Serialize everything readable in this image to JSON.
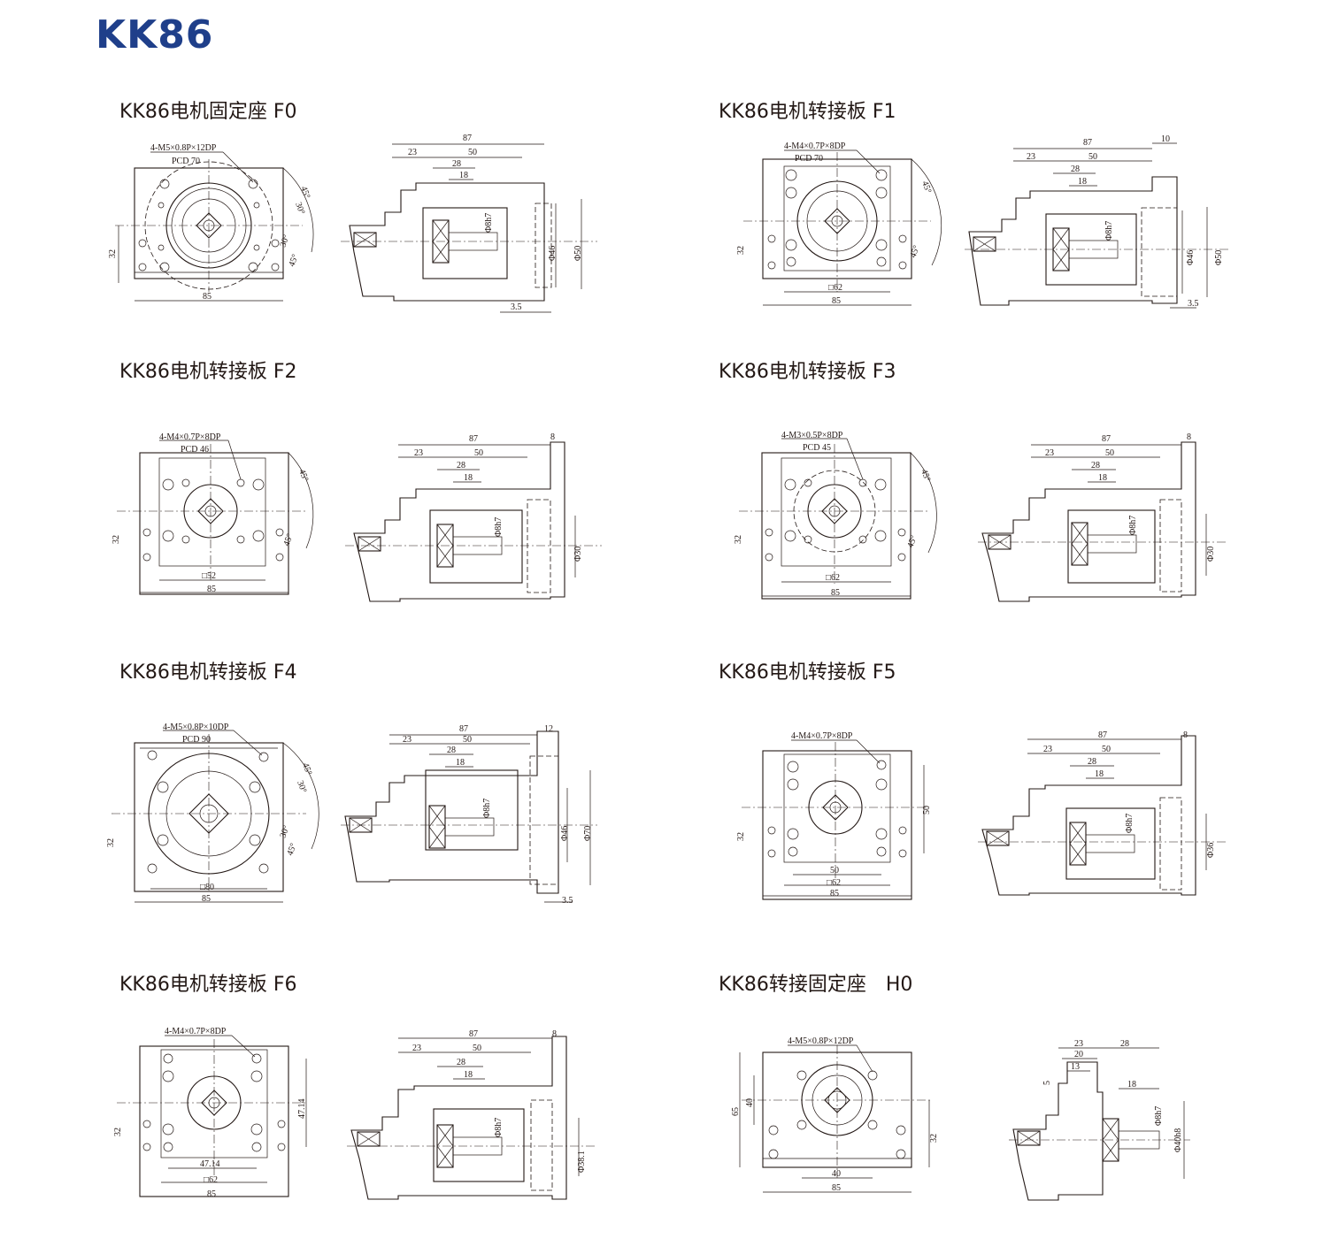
{
  "page": {
    "title": "KK86"
  },
  "colors": {
    "title": "#1f3f8a",
    "line": "#231815",
    "background": "#ffffff"
  },
  "panels": [
    {
      "title": "KK86电机固定座 F0",
      "front": {
        "callout": "4-M5×0.8P×12DP",
        "pcd": "PCD 70",
        "dim_width": "85",
        "dim_height": "32",
        "angle1": "45°",
        "angle2": "30°",
        "angle3": "30°",
        "angle4": "45°"
      },
      "side": {
        "total": "87",
        "d23": "23",
        "d50": "50",
        "d28": "28",
        "d18": "18",
        "shaft": "Φ8h7",
        "bore1": "Φ46",
        "bore2": "Φ50",
        "thick": "3.5"
      }
    },
    {
      "title": "KK86电机转接板 F1",
      "front": {
        "callout": "4-M4×0.7P×8DP",
        "pcd": "PCD 70",
        "dim_width": "85",
        "dim_square": "□62",
        "dim_height": "32",
        "angle1": "45°",
        "angle2": "45°"
      },
      "side": {
        "total": "87",
        "plate": "10",
        "d23": "23",
        "d50": "50",
        "d28": "28",
        "d18": "18",
        "shaft": "Φ8h7",
        "bore1": "Φ46",
        "bore2": "Φ50",
        "thick": "3.5"
      }
    },
    {
      "title": "KK86电机转接板 F2",
      "front": {
        "callout": "4-M4×0.7P×8DP",
        "pcd": "PCD 46",
        "dim_width": "85",
        "dim_square": "□52",
        "dim_height": "32",
        "angle1": "45°",
        "angle2": "45°"
      },
      "side": {
        "total": "87",
        "plate": "8",
        "d23": "23",
        "d50": "50",
        "d28": "28",
        "d18": "18",
        "shaft": "Φ8h7",
        "bore1": "Φ30"
      }
    },
    {
      "title": "KK86电机转接板 F3",
      "front": {
        "callout": "4-M3×0.5P×8DP",
        "pcd": "PCD 45",
        "dim_width": "85",
        "dim_square": "□62",
        "dim_height": "32",
        "angle1": "45°",
        "angle2": "45°"
      },
      "side": {
        "total": "87",
        "plate": "8",
        "d23": "23",
        "d50": "50",
        "d28": "28",
        "d18": "18",
        "shaft": "Φ8h7",
        "bore1": "Φ30"
      }
    },
    {
      "title": "KK86电机转接板 F4",
      "front": {
        "callout": "4-M5×0.8P×10DP",
        "pcd": "PCD 90",
        "dim_width": "85",
        "dim_square": "□80",
        "dim_height": "32",
        "angle1": "45°",
        "angle2": "30°",
        "angle3": "30°",
        "angle4": "45°"
      },
      "side": {
        "total": "87",
        "plate": "12",
        "d23": "23",
        "d50": "50",
        "d28": "28",
        "d18": "18",
        "shaft": "Φ8h7",
        "bore1": "Φ46",
        "bore2": "Φ70",
        "thick": "3.5"
      }
    },
    {
      "title": "KK86电机转接板 F5",
      "front": {
        "callout": "4-M4×0.7P×8DP",
        "dim_width": "85",
        "dim_square": "□62",
        "dim_inner": "50",
        "dim_vert": "50",
        "dim_height": "32"
      },
      "side": {
        "total": "87",
        "plate": "8",
        "d23": "23",
        "d50": "50",
        "d28": "28",
        "d18": "18",
        "shaft": "Φ8h7",
        "bore1": "Φ36"
      }
    },
    {
      "title": "KK86电机转接板 F6",
      "front": {
        "callout": "4-M4×0.7P×8DP",
        "dim_width": "85",
        "dim_square": "□62",
        "dim_inner": "47.14",
        "dim_vert": "47.14",
        "dim_height": "32"
      },
      "side": {
        "total": "87",
        "plate": "8",
        "d23": "23",
        "d50": "50",
        "d28": "28",
        "d18": "18",
        "shaft": "Φ8h7",
        "bore1": "Φ38.1"
      }
    },
    {
      "title": "KK86转接固定座　H0",
      "front": {
        "callout": "4-M5×0.8P×12DP",
        "dim_width": "85",
        "dim_inner": "40",
        "dim_height": "65",
        "dim_inner_h": "40",
        "dim_right": "32"
      },
      "side": {
        "d23": "23",
        "d20": "20",
        "d13": "13",
        "d28": "28",
        "d18": "18",
        "d5": "5",
        "shaft": "Φ8h7",
        "bore1": "Φ40h8"
      }
    }
  ]
}
